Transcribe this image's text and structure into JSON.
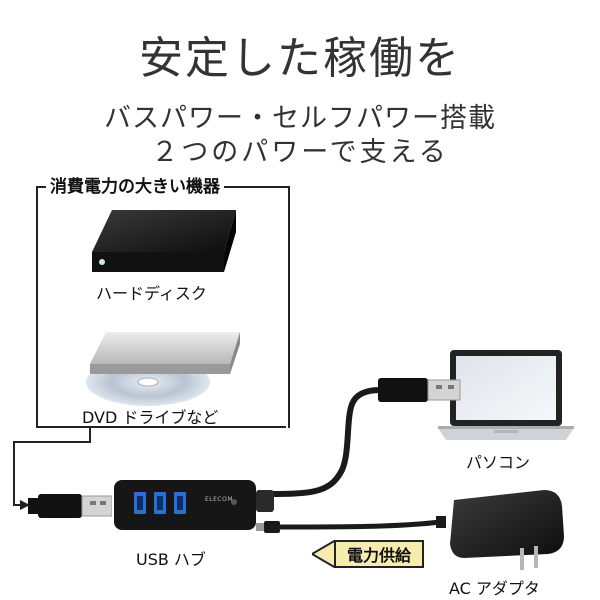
{
  "headline": "安定した稼働を",
  "subheadline_line1": "バスパワー・セルフパワー搭載",
  "subheadline_line2": "２つのパワーで支える",
  "device_group": {
    "label": "消費電力の大きい機器",
    "items": [
      {
        "label": "ハードディスク",
        "icon": "hard-disk-icon"
      },
      {
        "label": "DVD ドライブなど",
        "icon": "dvd-drive-icon"
      }
    ]
  },
  "pc": {
    "label": "パソコン",
    "icon": "laptop-icon"
  },
  "hub": {
    "label": "USB ハブ",
    "icon": "usb-hub-icon",
    "logo_text": "ELECOM"
  },
  "adapter": {
    "label": "AC アダプタ",
    "icon": "ac-adapter-icon"
  },
  "power_tag": {
    "label": "電力供給",
    "color": "#f7ecb0"
  }
}
